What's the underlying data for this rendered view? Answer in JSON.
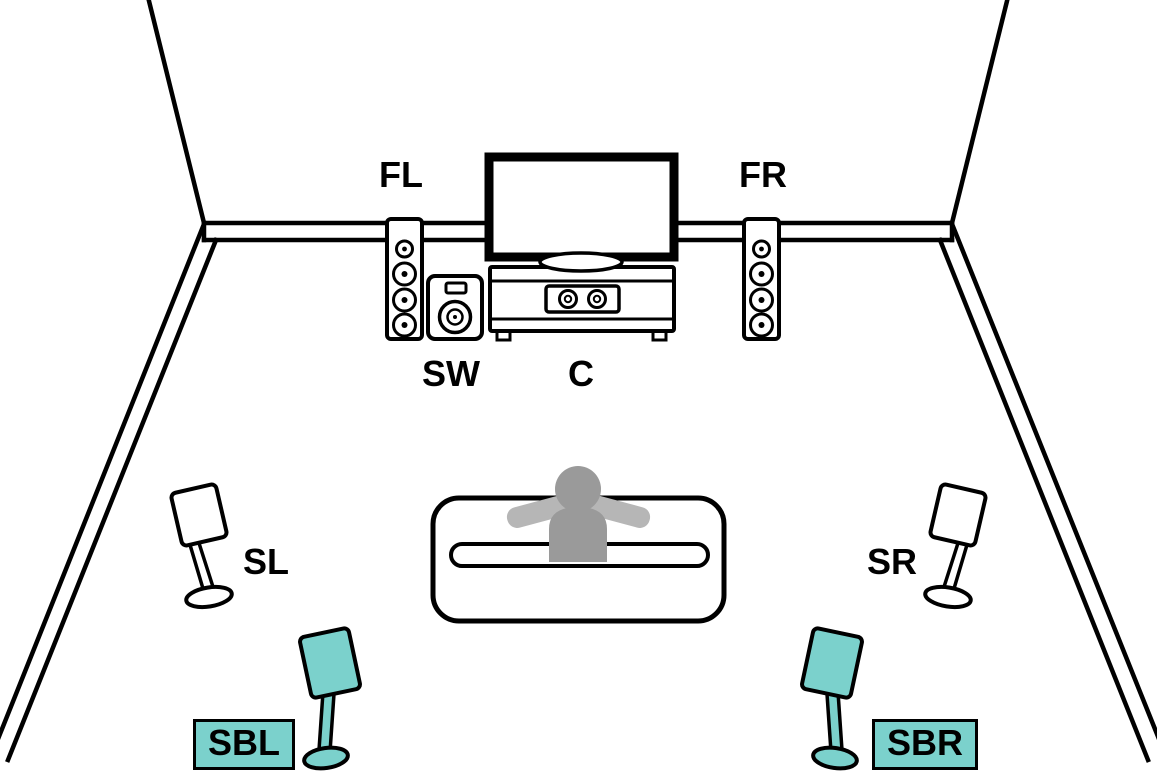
{
  "diagram": {
    "type": "speaker-placement-diagram",
    "colors": {
      "accent": "#7bd1cc",
      "person": "#9a9a9a",
      "person-arms": "#b6b6b6"
    },
    "labels": {
      "fl": "FL",
      "fr": "FR",
      "sw": "SW",
      "c": "C",
      "sl": "SL",
      "sr": "SR",
      "sbl": "SBL",
      "sbr": "SBR"
    }
  }
}
